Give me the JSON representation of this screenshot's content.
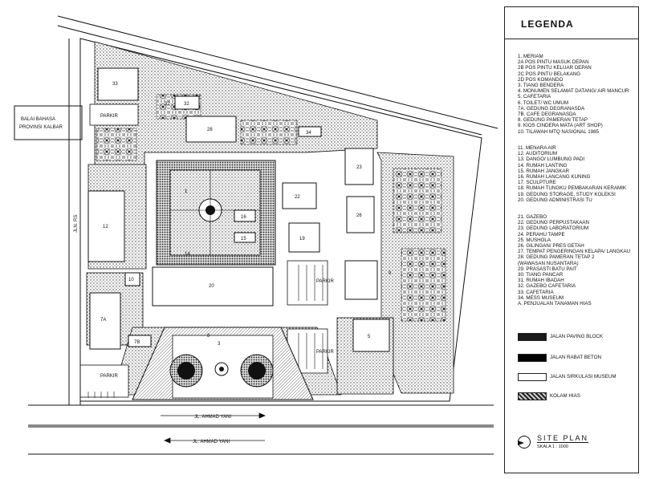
{
  "map": {
    "labels": {
      "balai_bahasa": "BALAI BAHASA",
      "balai_bahasa_sub": "PROVINSI KALBAR",
      "road_side": "JLN. RS",
      "road_main_1": "JL. AHMAD YANI",
      "road_main_2": "JL. AHMAD YANI",
      "parkir": [
        "PARKIR",
        "PARKIR",
        "PARKIR",
        "PARKIR"
      ],
      "buildings": [
        "33",
        "32",
        "28",
        "34",
        "32",
        "12",
        "10",
        "7A",
        "7B",
        "20",
        "16",
        "15",
        "14",
        "23",
        "22",
        "26",
        "19",
        "9",
        "5",
        "3",
        "8",
        "1"
      ]
    }
  },
  "legend": {
    "title": "LEGENDA",
    "group1": [
      "1. MERIAM",
      "2A POS PINTU MASUK DEPAN",
      "2B POS PINTU KELUAR DEPAN",
      "2C POS PINTU BELAKANG",
      "2D POS KOMANDO",
      "3. TIANG BENDERA",
      "4. MONUMEN SELAMAT DATANG/ AIR MANCUR",
      "5. CAFETARIA",
      "6. TOILET/ WC UMUM",
      "7A. GEDUNG DEGRANASDA",
      "7B. CAFE DEGRANASDA",
      "8. GEDUNG PAMERAN TETAP",
      "9. KIOS CINDERA MATA (ART SHOP)",
      "10. TILAWAH MTQ NASIONAL 1985"
    ],
    "group2": [
      "11. MENARA AIR",
      "12. AUDITORIUM",
      "13. DANGO/ LUMBUNG PADI",
      "14. RUMAH LANTING",
      "15. RUMAH JANGKAR",
      "16. RUMAH LANCANG KUNING",
      "17. SCULPTURE",
      "18. RUMAH TUNGKU PEMBAKARAN KERAMIK",
      "19. GEDUNG STORAGE, STUDY KOLEKSI",
      "20. GEDUNG ADMINISTRASI TU"
    ],
    "group3": [
      "21. GAZEBO",
      "22. GEDUNG PERPUSTAKAAN",
      "23. GEDUNG LABORATORIUM",
      "24. PERAHU TAMPE",
      "25. MUSHOLA",
      "26. GILINGAN/ PRES GETAH",
      "27. TEMPAT PENGERINGAN KELAPA/ LANGKAU",
      "28. GEDUNG PAMERAN TETAP 2",
      "    (WAWASAN NUSANTARA)",
      "29. PRASASTI BATU PAIT",
      "30. TIANG PANCAR",
      "31. RUMAH IBADAH",
      "32. GAZEBO CAFETARIA",
      "33. CAFETARIA",
      "34. MESS MUSEUM",
      "A. PENJUALAN TANAMAN HIAS"
    ],
    "keys": [
      {
        "label": "JALAN PAVING BLOCK",
        "fill": "#1a1a1a"
      },
      {
        "label": "JALAN RABAT BETON",
        "fill": "#000000"
      },
      {
        "label": "JALAN SIRKULASI MUSEUM",
        "fill": "#ffffff"
      },
      {
        "label": "KOLAM HIAS",
        "fill": "pattern"
      }
    ],
    "site_plan": "SITE PLAN",
    "scale": "SKALA  1 : 1000"
  }
}
